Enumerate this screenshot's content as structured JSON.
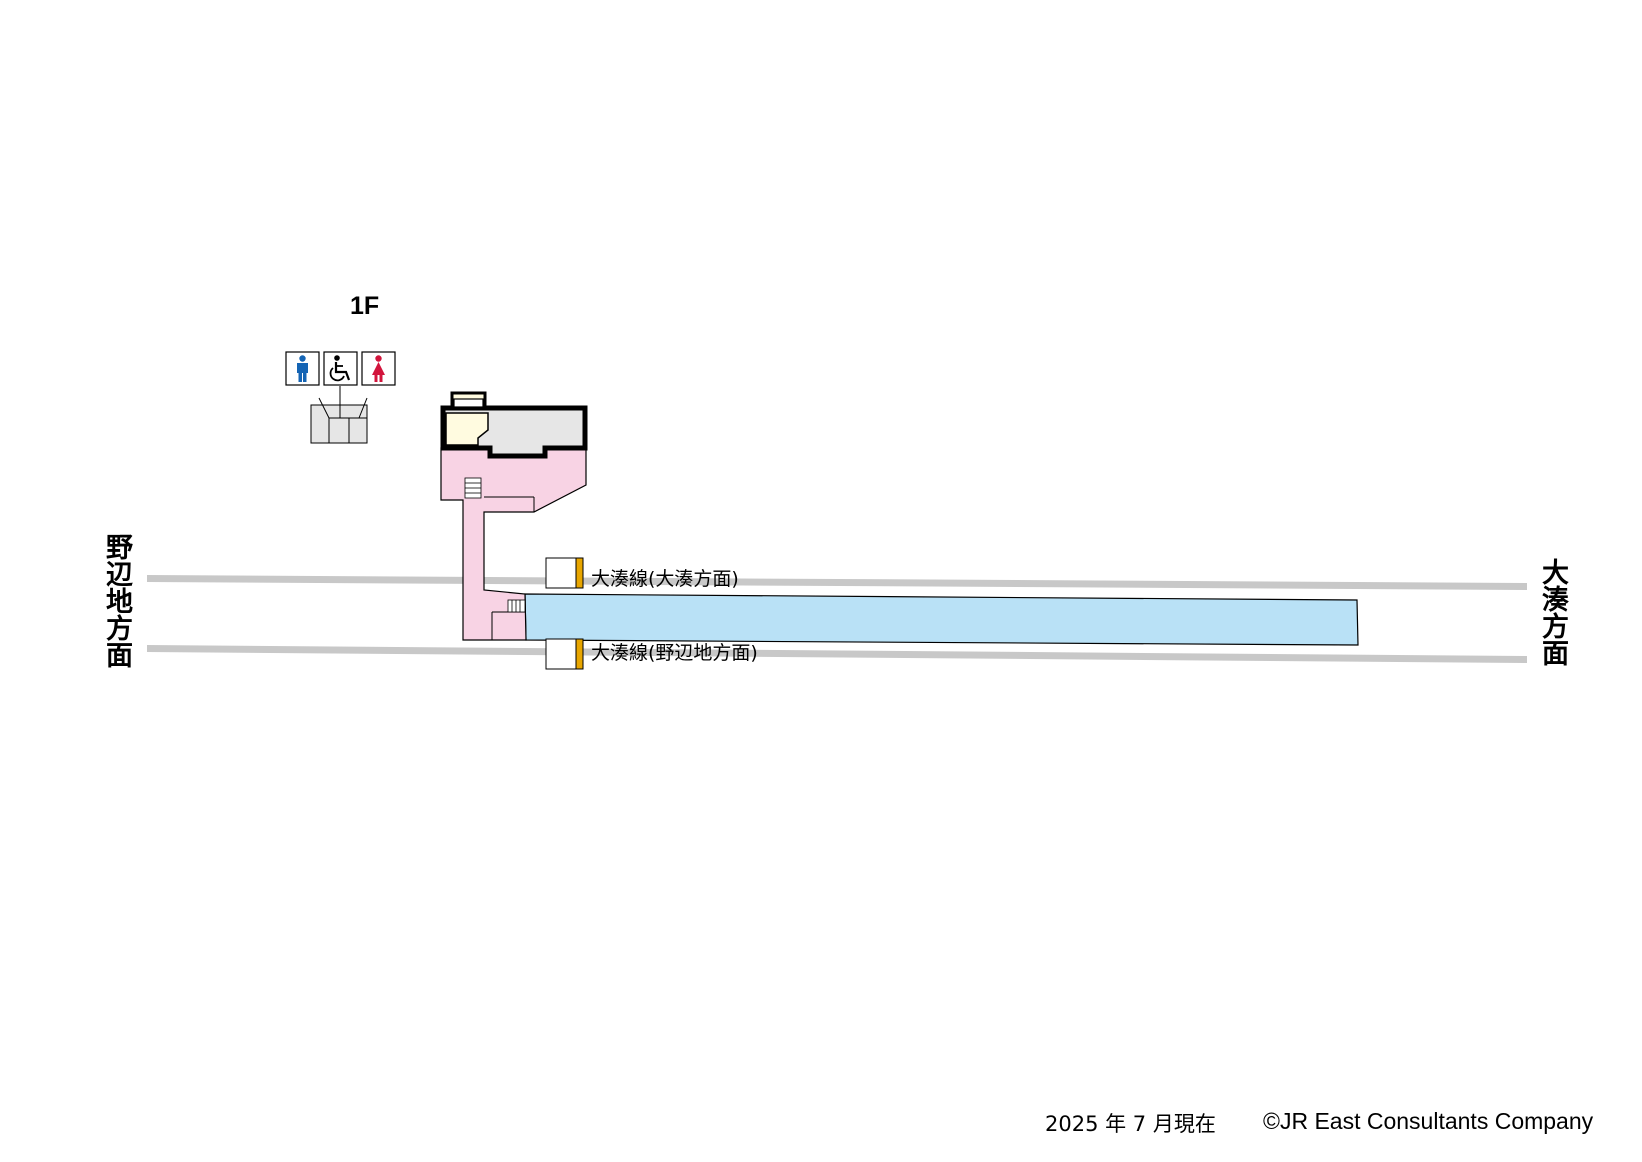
{
  "floor_label": "1F",
  "directions": {
    "left": "野辺地方面",
    "right": "大湊方面"
  },
  "tracks": [
    {
      "label": "大湊線(大湊方面)"
    },
    {
      "label": "大湊線(野辺地方面)"
    }
  ],
  "restroom_icons": [
    "men-toilet-icon",
    "wheelchair-toilet-icon",
    "women-toilet-icon"
  ],
  "footer": {
    "date": "2025 年 7 月現在",
    "copyright": "©JR East Consultants Company"
  },
  "colors": {
    "concourse": "#f8d3e4",
    "platform": "#b9e1f6",
    "track": "#c8c8c8",
    "station_building": "#e6e6e6",
    "ticket_area": "#fffbe0",
    "stop_marker": "#e8a600",
    "men_icon": "#1464b4",
    "women_icon": "#d2143c"
  }
}
